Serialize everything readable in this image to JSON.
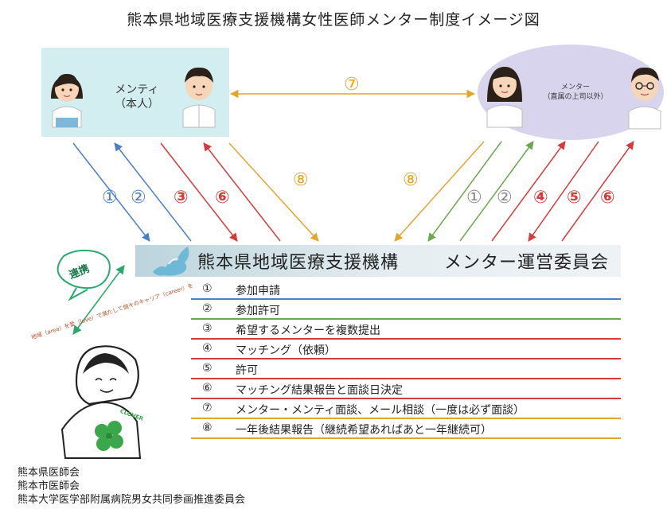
{
  "title": "熊本県地域医療支援機構女性医師メンター制度イメージ図",
  "mentee": {
    "line1": "メンティ",
    "line2": "（本人）"
  },
  "mentor": {
    "line1": "メンター",
    "line2": "（直属の上司以外）"
  },
  "banner": {
    "org": "熊本県地域医療支援機構",
    "committee": "メンター運営委員会"
  },
  "arrow_labels": {
    "n7_top": "⑦",
    "n1_left": "①",
    "n2_left": "②",
    "n3_left": "③",
    "n6_left": "⑥",
    "n8_left": "⑧",
    "n8_right": "⑧",
    "n1_right": "①",
    "n2_right": "②",
    "n4_right": "④",
    "n5_right": "⑤",
    "n6_right": "⑥"
  },
  "cooperation": "連携",
  "slogan": "地域（area）を愛（love）で満たして個々のキャリア（career）を",
  "clover_text": "CLOVER",
  "steps": [
    {
      "num": "①",
      "text": "参加申請",
      "color": "#4a7fc8"
    },
    {
      "num": "②",
      "text": "参加許可",
      "color": "#6aa84f"
    },
    {
      "num": "③",
      "text": "希望するメンターを複数提出",
      "color": "#d63a3a"
    },
    {
      "num": "④",
      "text": "マッチング（依頼）",
      "color": "#d63a3a"
    },
    {
      "num": "⑤",
      "text": "許可",
      "color": "#d63a3a"
    },
    {
      "num": "⑥",
      "text": "マッチング結果報告と面談日決定",
      "color": "#d63a3a"
    },
    {
      "num": "⑦",
      "text": "メンター・メンティ面談、メール相談（一度は必ず面談）",
      "color": "#e3a52a"
    },
    {
      "num": "⑧",
      "text": "一年後結果報告（継続希望あればあと一年継続可）",
      "color": "#e3a52a"
    }
  ],
  "orgs": [
    "熊本県医師会",
    "熊本市医師会",
    "熊本大学医学部附属病院男女共同参画推進委員会"
  ],
  "colors": {
    "blue": "#4a7fc8",
    "green": "#6aa84f",
    "red": "#d63a3a",
    "orange": "#e3a52a",
    "teal": "#2aa86a"
  }
}
